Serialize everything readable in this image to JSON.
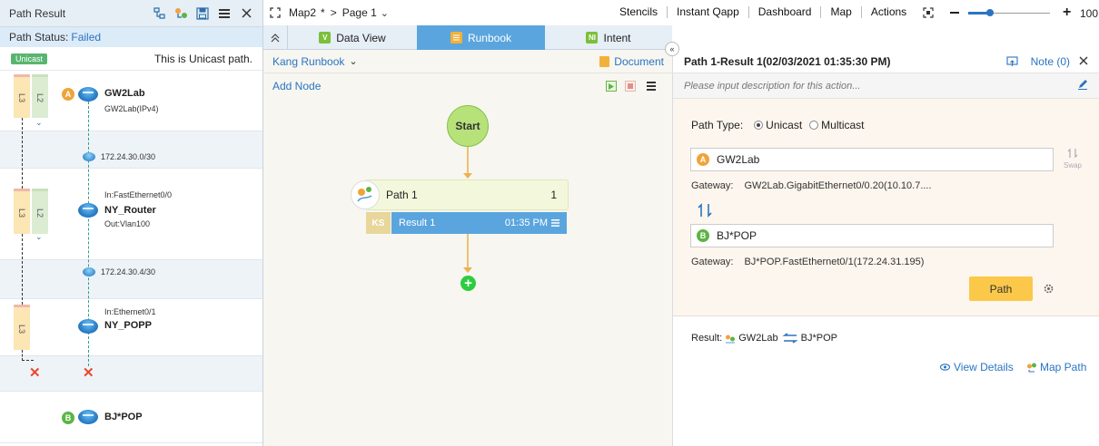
{
  "left_panel": {
    "title": "Path Result",
    "status_label": "Path Status:",
    "status_value": "Failed",
    "unicast_badge": "Unicast",
    "unicast_desc": "This is Unicast path.",
    "layer_l3": "L3",
    "layer_l2": "L2",
    "devices": [
      {
        "marker": "A",
        "name": "GW2Lab",
        "sub": "GW2Lab(IPv4)"
      },
      {
        "in_if": "In:FastEthernet0/0",
        "name": "NY_Router",
        "out_if": "Out:Vlan100"
      },
      {
        "in_if": "In:Ethernet0/1",
        "name": "NY_POPP"
      },
      {
        "marker": "B",
        "name": "BJ*POP"
      }
    ],
    "subnets": [
      "172.24.30.0/30",
      "172.24.30.4/30"
    ],
    "x_mark": "✕",
    "icons": [
      "path-analysis-icon",
      "map-path-icon",
      "save-icon",
      "menu-icon",
      "close-icon"
    ]
  },
  "topbar": {
    "map_name": "Map2",
    "modified_mark": "*",
    "separator": ">",
    "page_name": "Page 1",
    "menu": [
      "Stencils",
      "Instant Qapp",
      "Dashboard",
      "Map",
      "Actions"
    ],
    "zoom_value": "100",
    "zoom_level": 0.27
  },
  "tabs": [
    {
      "label": "Data View",
      "icon": "V",
      "active": false
    },
    {
      "label": "Runbook",
      "icon": "runbook-icon",
      "active": true
    },
    {
      "label": "Intent",
      "icon": "NI",
      "active": false
    }
  ],
  "canvas": {
    "runbook_name": "Kang Runbook",
    "document_label": "Document",
    "add_node": "Add Node",
    "start_label": "Start",
    "node_name": "Path 1",
    "node_count": "1",
    "result_tag": "KS",
    "result_label": "Result 1",
    "result_time": "01:35 PM"
  },
  "right_panel": {
    "title": "Path 1-Result 1(02/03/2021 01:35:30 PM)",
    "note_label": "Note (0)",
    "desc_placeholder": "Please input description for this action...",
    "path_type_label": "Path Type:",
    "unicast": "Unicast",
    "multicast": "Multicast",
    "source_marker": "A",
    "source": "GW2Lab",
    "swap": "Swap",
    "gateway_label": "Gateway:",
    "source_gateway": "GW2Lab.GigabitEthernet0/0.20(10.10.7....",
    "dest_marker": "B",
    "dest": "BJ*POP",
    "dest_gateway": "BJ*POP.FastEthernet0/1(172.24.31.195)",
    "path_button": "Path",
    "result_label": "Result:",
    "result_src": "GW2Lab",
    "result_dst": "BJ*POP",
    "view_details": "View Details",
    "map_path": "Map Path"
  },
  "colors": {
    "accent_blue": "#5aa5de",
    "start_green": "#b7e27a",
    "path_button": "#fcc84a",
    "failed_x": "#e8482c",
    "marker_a": "#f0a33b",
    "marker_b": "#5cb544"
  }
}
